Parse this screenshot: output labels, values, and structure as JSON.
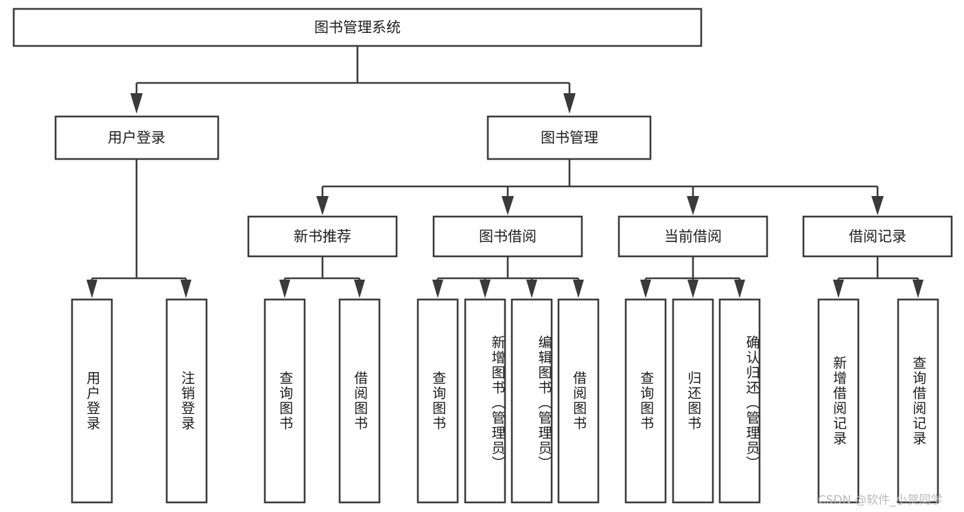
{
  "diagram": {
    "title_node": {
      "label": "图书管理系统"
    },
    "level2": [
      {
        "id": "user-login",
        "label": "用户登录"
      },
      {
        "id": "book-manage",
        "label": "图书管理"
      }
    ],
    "level3": [
      {
        "id": "new-book-recommend",
        "label": "新书推荐"
      },
      {
        "id": "book-borrow",
        "label": "图书借阅"
      },
      {
        "id": "current-borrow",
        "label": "当前借阅"
      },
      {
        "id": "borrow-record",
        "label": "借阅记录"
      }
    ],
    "leaves": {
      "user_login": [
        {
          "id": "leaf-user-login",
          "label": "用户登录"
        },
        {
          "id": "leaf-logout-login",
          "label": "注销登录"
        }
      ],
      "new_book_recommend": [
        {
          "id": "leaf-query-book-1",
          "label": "查询图书"
        },
        {
          "id": "leaf-borrow-book-1",
          "label": "借阅图书"
        }
      ],
      "book_borrow": [
        {
          "id": "leaf-query-book-2",
          "label": "查询图书"
        },
        {
          "id": "leaf-add-book",
          "label": "新增图书（管理员）"
        },
        {
          "id": "leaf-edit-book",
          "label": "编辑图书（管理员）"
        },
        {
          "id": "leaf-borrow-book-2",
          "label": "借阅图书"
        }
      ],
      "current_borrow": [
        {
          "id": "leaf-query-book-3",
          "label": "查询图书"
        },
        {
          "id": "leaf-return-book",
          "label": "归还图书"
        },
        {
          "id": "leaf-confirm-return",
          "label": "确认归还（管理员）"
        }
      ],
      "borrow_record": [
        {
          "id": "leaf-add-record",
          "label": "新增借阅记录"
        },
        {
          "id": "leaf-query-record",
          "label": "查询借阅记录"
        }
      ]
    },
    "watermark": {
      "text": "CSDN @软件_小贺同学"
    },
    "colors": {
      "stroke": "#3a3a3a",
      "text": "#1c1c1c",
      "background": "#ffffff",
      "watermark": "#b9b9b9"
    }
  }
}
